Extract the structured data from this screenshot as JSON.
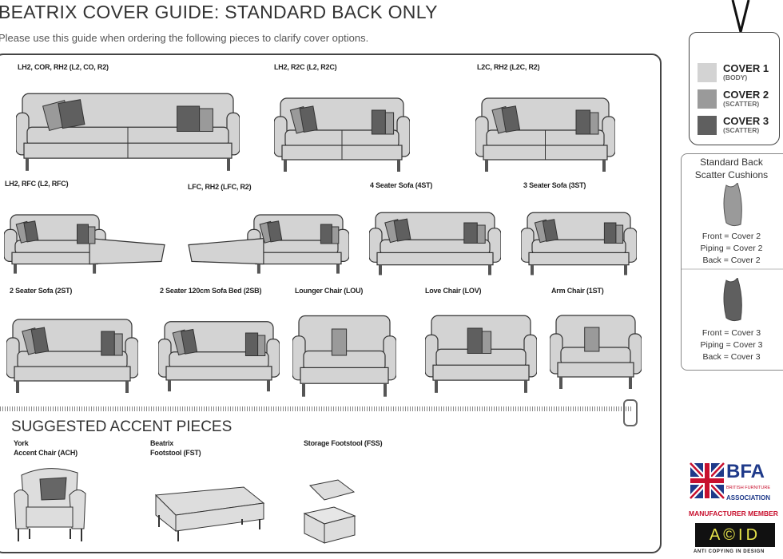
{
  "header": {
    "title": "BEATRIX COVER GUIDE: STANDARD BACK ONLY",
    "subtitle": "Please use this guide when ordering the following pieces to clarify cover options."
  },
  "colors": {
    "cover1": "#d3d3d3",
    "cover2": "#9a9a9a",
    "cover3": "#5f5f5f",
    "outline": "#333333"
  },
  "pieces": [
    {
      "label": "LH2, COR, RH2 (L2, CO, R2)",
      "kind": "corner"
    },
    {
      "label": "LH2, R2C (L2, R2C)",
      "kind": "corner-small"
    },
    {
      "label": "L2C, RH2 (L2C, R2)",
      "kind": "corner-small"
    },
    {
      "label": "LH2, RFC (L2, RFC)",
      "kind": "chaise-right"
    },
    {
      "label": "LFC, RH2 (LFC, R2)",
      "kind": "chaise-left"
    },
    {
      "label": "4 Seater Sofa (4ST)",
      "kind": "sofa"
    },
    {
      "label": "3 Seater Sofa (3ST)",
      "kind": "sofa"
    },
    {
      "label": "2 Seater Sofa (2ST)",
      "kind": "sofa2"
    },
    {
      "label": "2 Seater 120cm Sofa Bed (2SB)",
      "kind": "sofa2"
    },
    {
      "label": "Lounger Chair (LOU)",
      "kind": "lounger"
    },
    {
      "label": "Love Chair (LOV)",
      "kind": "love"
    },
    {
      "label": "Arm Chair (1ST)",
      "kind": "chair"
    }
  ],
  "accent": {
    "title": "SUGGESTED ACCENT PIECES",
    "items": [
      {
        "label_line1": "York",
        "label_line2": "Accent Chair (ACH)"
      },
      {
        "label_line1": "Beatrix",
        "label_line2": "Footstool (FST)"
      },
      {
        "label_line1": "Storage Footstool (FSS)",
        "label_line2": ""
      }
    ]
  },
  "cover_tag": [
    {
      "name": "COVER 1",
      "sub": "(BODY)"
    },
    {
      "name": "COVER 2",
      "sub": "(SCATTER)"
    },
    {
      "name": "COVER 3",
      "sub": "(SCATTER)"
    }
  ],
  "scatter": {
    "title_line1": "Standard Back",
    "title_line2": "Scatter Cushions",
    "a": [
      "Front = Cover 2",
      "Piping = Cover 2",
      "Back = Cover 2"
    ],
    "b": [
      "Front = Cover 3",
      "Piping = Cover 3",
      "Back = Cover 3"
    ]
  },
  "logos": {
    "bfa": "BFA",
    "bfa_full": "BRITISH FURNITURE ASSOCIATION",
    "bfa_member": "MANUFACTURER MEMBER",
    "acid": "A©ID",
    "acid_sub": "ANTI COPYING IN DESIGN"
  }
}
